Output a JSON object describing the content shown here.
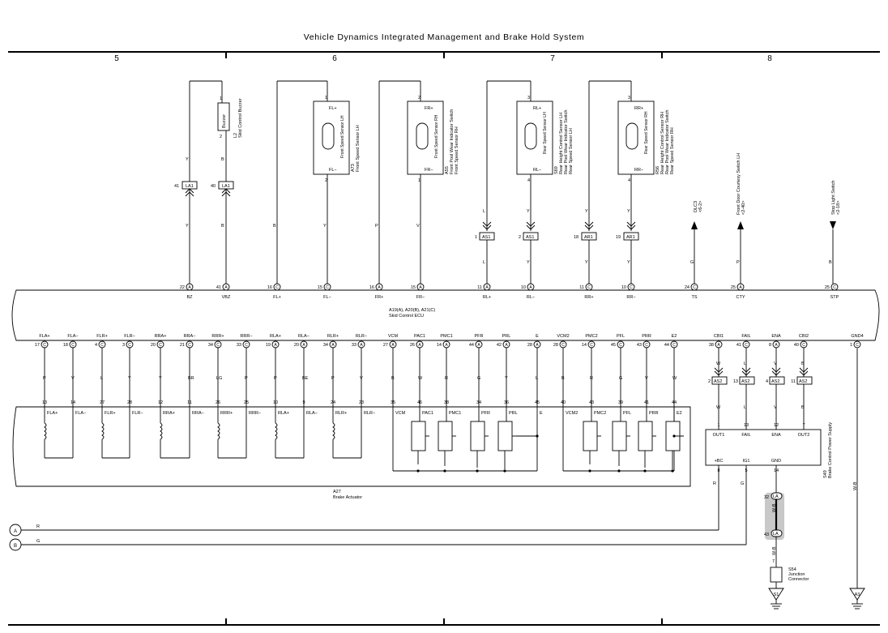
{
  "title": "Vehicle Dynamics Integrated Management and Brake Hold System",
  "columns": [
    "5",
    "6",
    "7",
    "8"
  ],
  "ecu": {
    "name": "A19(A), A20(B), A21(C)",
    "label": "Skid Control ECU",
    "top_pins": [
      {
        "num": "22",
        "conn": "A",
        "label": "BZ"
      },
      {
        "num": "41",
        "conn": "A",
        "label": "VBZ"
      },
      {
        "num": "16",
        "conn": "C",
        "label": "FL+"
      },
      {
        "num": "15",
        "conn": "C",
        "label": "FL−"
      },
      {
        "num": "16",
        "conn": "A",
        "label": "FR+"
      },
      {
        "num": "15",
        "conn": "A",
        "label": "FR−"
      },
      {
        "num": "11",
        "conn": "A",
        "label": "RL+"
      },
      {
        "num": "10",
        "conn": "A",
        "label": "RL−"
      },
      {
        "num": "11",
        "conn": "C",
        "label": "RR+"
      },
      {
        "num": "10",
        "conn": "C",
        "label": "RR−"
      },
      {
        "num": "24",
        "conn": "C",
        "label": "TS"
      },
      {
        "num": "25",
        "conn": "A",
        "label": "CTY"
      },
      {
        "num": "25",
        "conn": "C",
        "label": "STP"
      }
    ],
    "bottom_pins": [
      {
        "num": "17",
        "conn": "C",
        "label": "FLA+"
      },
      {
        "num": "18",
        "conn": "C",
        "label": "FLA−"
      },
      {
        "num": "4",
        "conn": "C",
        "label": "FLR+"
      },
      {
        "num": "3",
        "conn": "C",
        "label": "FLR−"
      },
      {
        "num": "20",
        "conn": "C",
        "label": "RRA+"
      },
      {
        "num": "21",
        "conn": "C",
        "label": "RRA−"
      },
      {
        "num": "34",
        "conn": "C",
        "label": "RRR+"
      },
      {
        "num": "33",
        "conn": "C",
        "label": "RRR−"
      },
      {
        "num": "19",
        "conn": "A",
        "label": "RLA+"
      },
      {
        "num": "20",
        "conn": "A",
        "label": "RLA−"
      },
      {
        "num": "34",
        "conn": "A",
        "label": "RLR+"
      },
      {
        "num": "33",
        "conn": "A",
        "label": "RLR−"
      },
      {
        "num": "27",
        "conn": "A",
        "label": "VCM"
      },
      {
        "num": "26",
        "conn": "A",
        "label": "PAC1"
      },
      {
        "num": "14",
        "conn": "A",
        "label": "PMC1"
      },
      {
        "num": "44",
        "conn": "A",
        "label": "PFR"
      },
      {
        "num": "42",
        "conn": "A",
        "label": "PRL"
      },
      {
        "num": "28",
        "conn": "A",
        "label": "E"
      },
      {
        "num": "28",
        "conn": "C",
        "label": "VCM2"
      },
      {
        "num": "14",
        "conn": "C",
        "label": "PMC2"
      },
      {
        "num": "45",
        "conn": "C",
        "label": "PFL"
      },
      {
        "num": "43",
        "conn": "C",
        "label": "PRR"
      },
      {
        "num": "44",
        "conn": "C",
        "label": "E2"
      },
      {
        "num": "38",
        "conn": "A",
        "label": "CBI1"
      },
      {
        "num": "41",
        "conn": "C",
        "label": "FAIL"
      },
      {
        "num": "8",
        "conn": "A",
        "label": "ENA"
      },
      {
        "num": "40",
        "conn": "C",
        "label": "CBI2"
      },
      {
        "num": "1",
        "conn": "C",
        "label": "GND4"
      }
    ]
  },
  "top_wires": [
    {
      "upper": "Y",
      "lower": "Y"
    },
    {
      "upper": "B",
      "lower": "B"
    },
    {
      "upper": "",
      "lower": "B"
    },
    {
      "upper": "",
      "lower": "Y"
    },
    {
      "upper": "",
      "lower": "P"
    },
    {
      "upper": "",
      "lower": "V"
    },
    {
      "upper": "L",
      "lower": "L"
    },
    {
      "upper": "Y",
      "lower": "Y"
    },
    {
      "upper": "Y",
      "lower": "Y"
    },
    {
      "upper": "Y",
      "lower": "Y"
    },
    {
      "upper": "",
      "lower": "G"
    },
    {
      "upper": "",
      "lower": "P"
    },
    {
      "upper": "",
      "lower": "B"
    }
  ],
  "bottom_wires": [
    "P",
    "V",
    "L",
    "Y",
    "Y",
    "BR",
    "LG",
    "P",
    "P",
    "BE",
    "P",
    "V",
    "B",
    "W",
    "R",
    "G",
    "Y",
    "L",
    "B",
    "R",
    "G",
    "V",
    "W",
    "W",
    "L",
    "V",
    "B",
    "W-B"
  ],
  "bottom_wires_lower": [
    "W",
    "L",
    "V",
    "B"
  ],
  "top_connectors": [
    "LA1",
    "LA1",
    "AS1",
    "AS1",
    "AR1",
    "AR1"
  ],
  "top_connector_pins": [
    "41",
    "40",
    "1",
    "2",
    "18",
    "19"
  ],
  "buzzer": {
    "label": "Buzzer",
    "code": "L2",
    "name": "Skid Control Buzzer",
    "pin1": "1",
    "pin2": "2"
  },
  "sensors": [
    {
      "code": "A73",
      "name": "Front Speed Sensor LH",
      "inner": "Front Speed Sensor LH",
      "pos": "FL+",
      "neg": "FL−",
      "pin_top": "1",
      "pin_bot": "2"
    },
    {
      "code": "A55",
      "name": "Front Speed Sensor RH",
      "line2": "Front Pool Wear Indicator Switch",
      "inner": "Front Speed Sensor RH",
      "pos": "FR+",
      "neg": "FR−",
      "pin_top": "2",
      "pin_bot": "1"
    },
    {
      "code": "S69",
      "name": "Rear Height Control Sensor LH",
      "line2": "Rear Pool Wear Indicator Switch",
      "line3": "Rear Speed Sensor LH",
      "inner": "Rear Speed Sensor LH",
      "pos": "RL+",
      "neg": "RL−",
      "pin_top": "3",
      "pin_bot": "4"
    },
    {
      "code": "R56",
      "name": "Rear Height Control Sensor RH",
      "line2": "Rear Pool Wear Indicator Switch",
      "line3": "Rear Speed Sensor RH",
      "inner": "Rear Speed Sensor RH",
      "pos": "RR+",
      "neg": "RR−",
      "pin_top": "3",
      "pin_bot": "4"
    }
  ],
  "external_refs": [
    {
      "code": "DLC3",
      "ref": "<6-2>"
    },
    {
      "name": "Front Door Courtesy Switch LH",
      "ref": "<2-40>"
    },
    {
      "name": "Stop Light Switch",
      "ref": "<2-18>"
    }
  ],
  "actuator": {
    "code": "A27",
    "name": "Brake Actuator",
    "pins": [
      "13",
      "14",
      "27",
      "28",
      "12",
      "11",
      "26",
      "25",
      "10",
      "9",
      "24",
      "23",
      "35",
      "46",
      "38",
      "34",
      "36",
      "45",
      "40",
      "43",
      "39",
      "41",
      "44"
    ],
    "labels": [
      "FLA+",
      "FLA−",
      "FLR+",
      "FLR−",
      "RRA+",
      "RRA−",
      "RRR+",
      "RRR−",
      "RLA+",
      "RLA−",
      "RLR+",
      "RLR−",
      "VCM",
      "PAC1",
      "PMC1",
      "PFR",
      "PRL",
      "E",
      "VCM2",
      "PMC2",
      "PFL",
      "PRR",
      "E2"
    ]
  },
  "bottom_connectors": [
    {
      "pin": "2",
      "conn": "AS2"
    },
    {
      "pin": "13",
      "conn": "AS2"
    },
    {
      "pin": "4",
      "conn": "AS2"
    },
    {
      "pin": "11",
      "conn": "AS2"
    }
  ],
  "power_supply": {
    "code": "S49",
    "name": "Brake Control Power Supply",
    "top_pins": [
      "1",
      "13",
      "12",
      "7"
    ],
    "top_labels": [
      "OUT1",
      "FAIL",
      "ENA",
      "OUT2"
    ],
    "bottom_labels": [
      "+BC",
      "IG1",
      "GND"
    ],
    "bottom_pins": [
      "8",
      "5",
      "14"
    ]
  },
  "wire_labels_ps": [
    "R",
    "G",
    "W-B"
  ],
  "la_connectors": [
    {
      "pin": "32",
      "conn": "LA"
    },
    {
      "pin": "43",
      "conn": "LA"
    }
  ],
  "junction": {
    "pin": "7",
    "code": "S54",
    "name": "Junction",
    "name2": "Connector"
  },
  "wire_wb": "W-B",
  "grounds": [
    "S1",
    "A3"
  ],
  "off_page": [
    {
      "letter": "A",
      "wire": "R"
    },
    {
      "letter": "B",
      "wire": "G"
    }
  ]
}
